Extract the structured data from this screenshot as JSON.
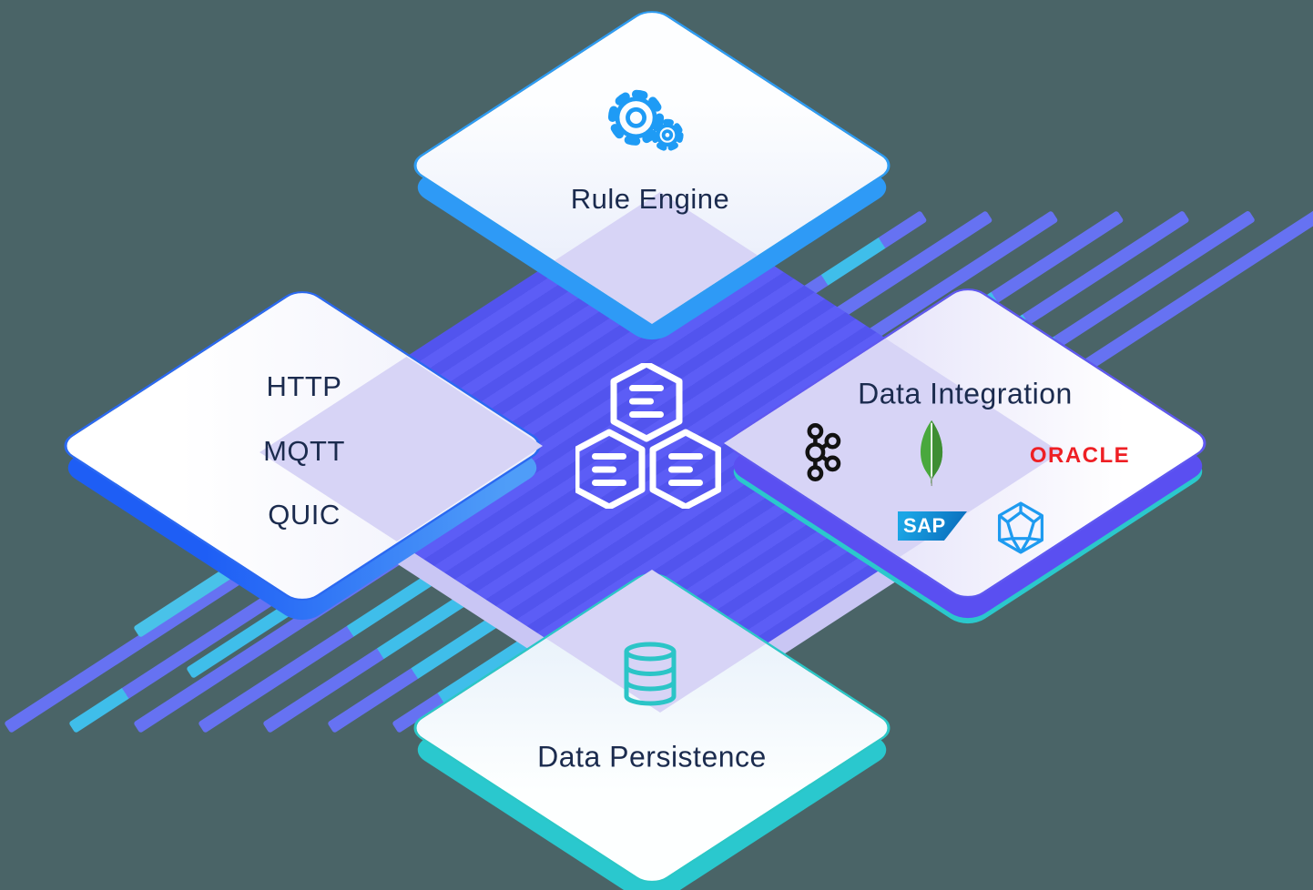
{
  "diagram": {
    "title_hint": "IoT platform architecture diagram",
    "center": {
      "icon": "emqx-hexagon-cluster-icon"
    },
    "nodes": {
      "top": {
        "label": "Rule Engine",
        "icon": "gears-icon",
        "accent": "#2E9CF3"
      },
      "left": {
        "labels": [
          "HTTP",
          "MQTT",
          "QUIC"
        ],
        "accent": "#2B69F1"
      },
      "right": {
        "label": "Data Integration",
        "accent": "#5F58F0",
        "logos": [
          "kafka-logo",
          "mongodb-logo",
          "oracle-logo",
          "sap-logo",
          "polyhedron-db-logo"
        ],
        "oracle_text": "ORACLE",
        "sap_text": "SAP"
      },
      "bottom": {
        "label": "Data Persistence",
        "icon": "database-icon",
        "accent": "#2BC7C7"
      }
    },
    "colors": {
      "background": "#4A6467",
      "center_diamond": "#5355EF",
      "stripe_purple": "#6672F2",
      "stripe_cyan": "#3FBEEA",
      "text": "#1B2B4E",
      "shadow_top": "#2E9AF6",
      "shadow_left": "#1E5EF5",
      "shadow_right": "#5A4FF1",
      "shadow_bottom": "#2AC8CE",
      "mongodb_green": "#49A83D",
      "oracle_red": "#EE1F24",
      "kafka_black": "#121212",
      "gear_blue": "#1E9BF5",
      "db_teal": "#2BC5C7"
    }
  }
}
